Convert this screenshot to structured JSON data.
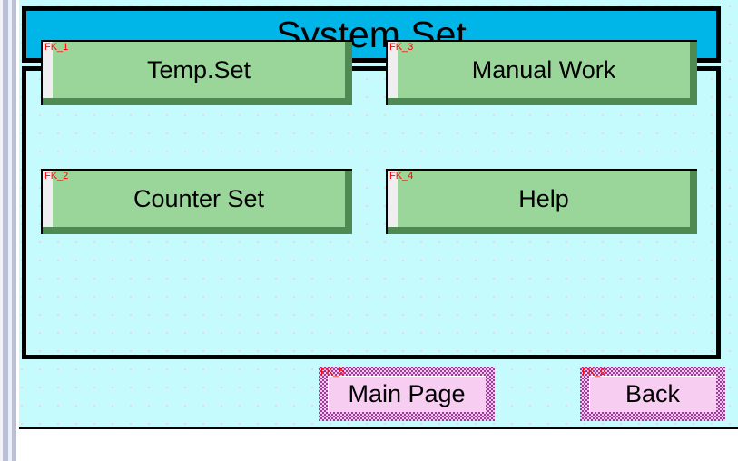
{
  "screen": {
    "title": "System Set",
    "background_color": "#c6fbfd",
    "titlebar_color": "#00b5e8"
  },
  "function_keys": {
    "green_color": "#9ad69a",
    "green_shadow_color": "#4e8a52",
    "pink_color": "#f7cdf2",
    "pink_border_color": "#a03a9a",
    "tag_color": "#ff0000",
    "items": [
      {
        "tag": "FK_1",
        "label": "Temp.Set"
      },
      {
        "tag": "FK_3",
        "label": "Manual Work"
      },
      {
        "tag": "FK_2",
        "label": "Counter Set"
      },
      {
        "tag": "FK_4",
        "label": "Help"
      }
    ]
  },
  "nav_keys": {
    "items": [
      {
        "tag": "FK_5",
        "label": "Main Page"
      },
      {
        "tag": "FK_0",
        "label": "Back"
      }
    ]
  }
}
